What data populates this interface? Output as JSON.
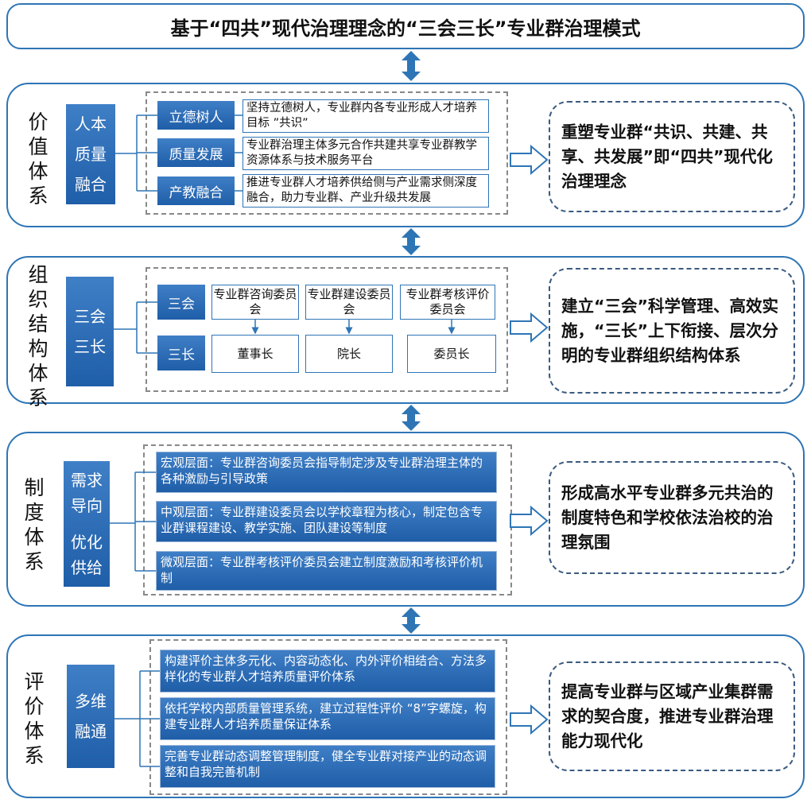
{
  "title": "基于“四共”现代治理理念的“三会三长”专业群治理模式",
  "sections": [
    {
      "label": [
        "价",
        "值",
        "体",
        "系"
      ],
      "core": [
        "人本",
        "质量",
        "融合"
      ],
      "items": [
        {
          "name": "立德树人",
          "desc": "坚持立德树人，专业群内各专业形成人才培养目标 ”共识”"
        },
        {
          "name": "质量发展",
          "desc": "专业群治理主体多元合作共建共享专业群教学资源体系与技术服务平台"
        },
        {
          "name": "产教融合",
          "desc": "推进专业群人才培养供给侧与产业需求侧深度融合，助力专业群、产业升级共发展"
        }
      ],
      "conclusion": "重塑专业群“共识、共建、共享、共发展”即“四共”现代化治理理念"
    },
    {
      "label": [
        "组",
        "织",
        "结",
        "构",
        "体",
        "系"
      ],
      "core": [
        "三会",
        "三长"
      ],
      "rows": [
        {
          "name": "三会",
          "boxes": [
            "专业群咨询委员会",
            "专业群建设委员会",
            "专业群考核评价委员会"
          ]
        },
        {
          "name": "三长",
          "boxes": [
            "董事长",
            "院长",
            "委员长"
          ]
        }
      ],
      "conclusion": "建立“三会”科学管理、高效实施，“三长”上下衔接、层次分明的专业群组织结构体系"
    },
    {
      "label": [
        "制",
        "度",
        "体",
        "系"
      ],
      "core": [
        "需求",
        "导向",
        "优化",
        "供给"
      ],
      "items": [
        "宏观层面：专业群咨询委员会指导制定涉及专业群治理主体的各种激励与引导政策",
        "中观层面：专业群建设委员会以学校章程为核心，制定包含专业群课程建设、教学实施、团队建设等制度",
        "微观层面：专业群考核评价委员会建立制度激励和考核评价机制"
      ],
      "conclusion": "形成高水平专业群多元共治的制度特色和学校依法治校的治理氛围"
    },
    {
      "label": [
        "评",
        "价",
        "体",
        "系"
      ],
      "core": [
        "多维",
        "融通"
      ],
      "items": [
        "构建评价主体多元化、内容动态化、内外评价相结合、方法多样化的专业群人才培养质量评价体系",
        "依托学校内部质量管理系统，建立过程性评价 “8”字螺旋，构建专业群人才培养质量保证体系",
        "完善专业群动态调整管理制度，健全专业群对接产业的动态调整和自我完善机制"
      ],
      "conclusion": "提高专业群与区域产业集群需求的契合度，推进专业群治理能力现代化"
    }
  ],
  "colors": {
    "accent": "#2e75b6",
    "box_fill": "#2a66b0",
    "dash_border": "#3a5a80"
  }
}
